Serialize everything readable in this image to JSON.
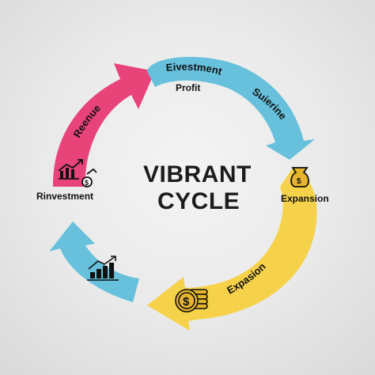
{
  "center": {
    "line1": "VIBRANT",
    "line2": "CYCLE"
  },
  "arcs": {
    "top_text": "Eivestment",
    "right_text": "Suierine",
    "bottom_text": "Expasion",
    "left_text": "Reenue"
  },
  "labels": {
    "profit": "Profit",
    "expansion": "Expansion",
    "rinvestment": "Rinvestment"
  },
  "colors": {
    "pink": "#e8447a",
    "blue": "#67c0dc",
    "yellow": "#f6d24a",
    "ink": "#111111",
    "gold": "#e7b52c"
  },
  "icons": [
    "growth-chart-icon",
    "money-bag-icon",
    "coin-stack-icon",
    "bar-chart-icon"
  ]
}
